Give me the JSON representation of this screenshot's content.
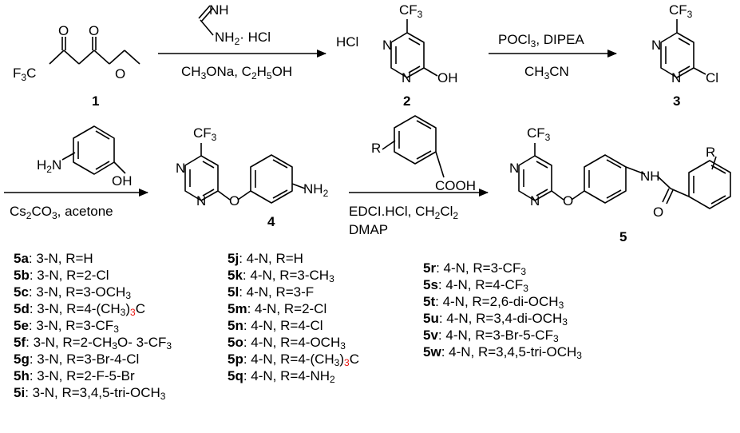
{
  "compound_labels": {
    "c1": "1",
    "c2": "2",
    "c3": "3",
    "c4": "4",
    "c5": "5"
  },
  "atoms": {
    "F3C": "F3C",
    "O": "O",
    "CF3": "CF3",
    "N": "N",
    "OH": "OH",
    "Cl": "Cl",
    "H2N": "H2N",
    "NH2": "NH2",
    "NH": "NH",
    "R": "R",
    "COOH": "COOH"
  },
  "reagents": {
    "amidine_NH": "NH",
    "amidine_salt": "NH2· HCl",
    "step1_below": "CH3ONa, C2H5OH",
    "step2_above": "HCl",
    "step3_above": "POCl3, DIPEA",
    "step3_below": "CH3CN",
    "step4_below": "Cs2CO3, acetone",
    "step5_line1": "EDCI.HCl, CH2Cl2",
    "step5_line2": "DMAP"
  },
  "compounds": [
    {
      "id": "5a",
      "text": ": 3-N, R=H"
    },
    {
      "id": "5b",
      "text": ": 3-N, R=2-Cl"
    },
    {
      "id": "5c",
      "text": ": 3-N, R=3-OCH3"
    },
    {
      "id": "5d",
      "text": ": 3-N, R=4-(CH3)3C"
    },
    {
      "id": "5e",
      "text": ": 3-N, R=3-CF3"
    },
    {
      "id": "5f",
      "text": ": 3-N, R=2-CH3O- 3-CF3"
    },
    {
      "id": "5g",
      "text": ": 3-N, R=3-Br-4-Cl"
    },
    {
      "id": "5h",
      "text": ": 3-N, R=2-F-5-Br"
    },
    {
      "id": "5i",
      "text": ": 3-N, R=3,4,5-tri-OCH3"
    },
    {
      "id": "5j",
      "text": ": 4-N, R=H"
    },
    {
      "id": "5k",
      "text": ": 4-N, R=3-CH3"
    },
    {
      "id": "5l",
      "text": ": 4-N, R=3-F"
    },
    {
      "id": "5m",
      "text": ": 4-N, R=2-Cl"
    },
    {
      "id": "5n",
      "text": ": 4-N, R=4-Cl"
    },
    {
      "id": "5o",
      "text": ": 4-N, R=4-OCH3"
    },
    {
      "id": "5p",
      "text": ": 4-N, R=4-(CH3)3C"
    },
    {
      "id": "5q",
      "text": ": 4-N, R=4-NH2"
    },
    {
      "id": "5r",
      "text": ": 4-N, R=3-CF3"
    },
    {
      "id": "5s",
      "text": ": 4-N, R=4-CF3"
    },
    {
      "id": "5t",
      "text": ": 4-N, R=2,6-di-OCH3"
    },
    {
      "id": "5u",
      "text": ": 4-N, R=3,4-di-OCH3"
    },
    {
      "id": "5v",
      "text": ": 4-N, R=3-Br-5-CF3"
    },
    {
      "id": "5w",
      "text": ": 4-N, R=3,4,5-tri-OCH3"
    }
  ],
  "colors": {
    "highlight_subscript": "#e8120c"
  }
}
